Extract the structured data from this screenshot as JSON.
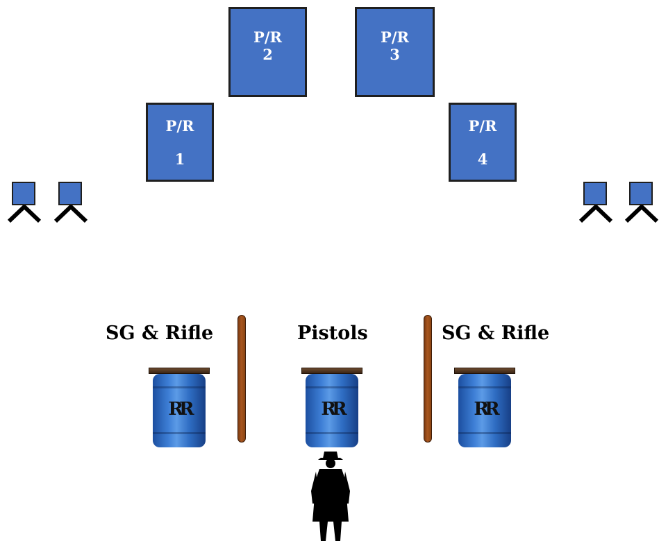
{
  "targets": [
    {
      "line1": "P/R",
      "line2": "1"
    },
    {
      "line1": "P/R",
      "line2": "2"
    },
    {
      "line1": "P/R",
      "line2": "3"
    },
    {
      "line1": "P/R",
      "line2": "4"
    }
  ],
  "zones": {
    "left": "SG & Rifle",
    "center": "Pistols",
    "right": "SG & Rifle"
  },
  "barrel_logo": "RR",
  "colors": {
    "target_fill": "#4472c4",
    "target_border": "#1f1f1f",
    "post": "#8b4513",
    "barrel": "#3e7fd6"
  }
}
